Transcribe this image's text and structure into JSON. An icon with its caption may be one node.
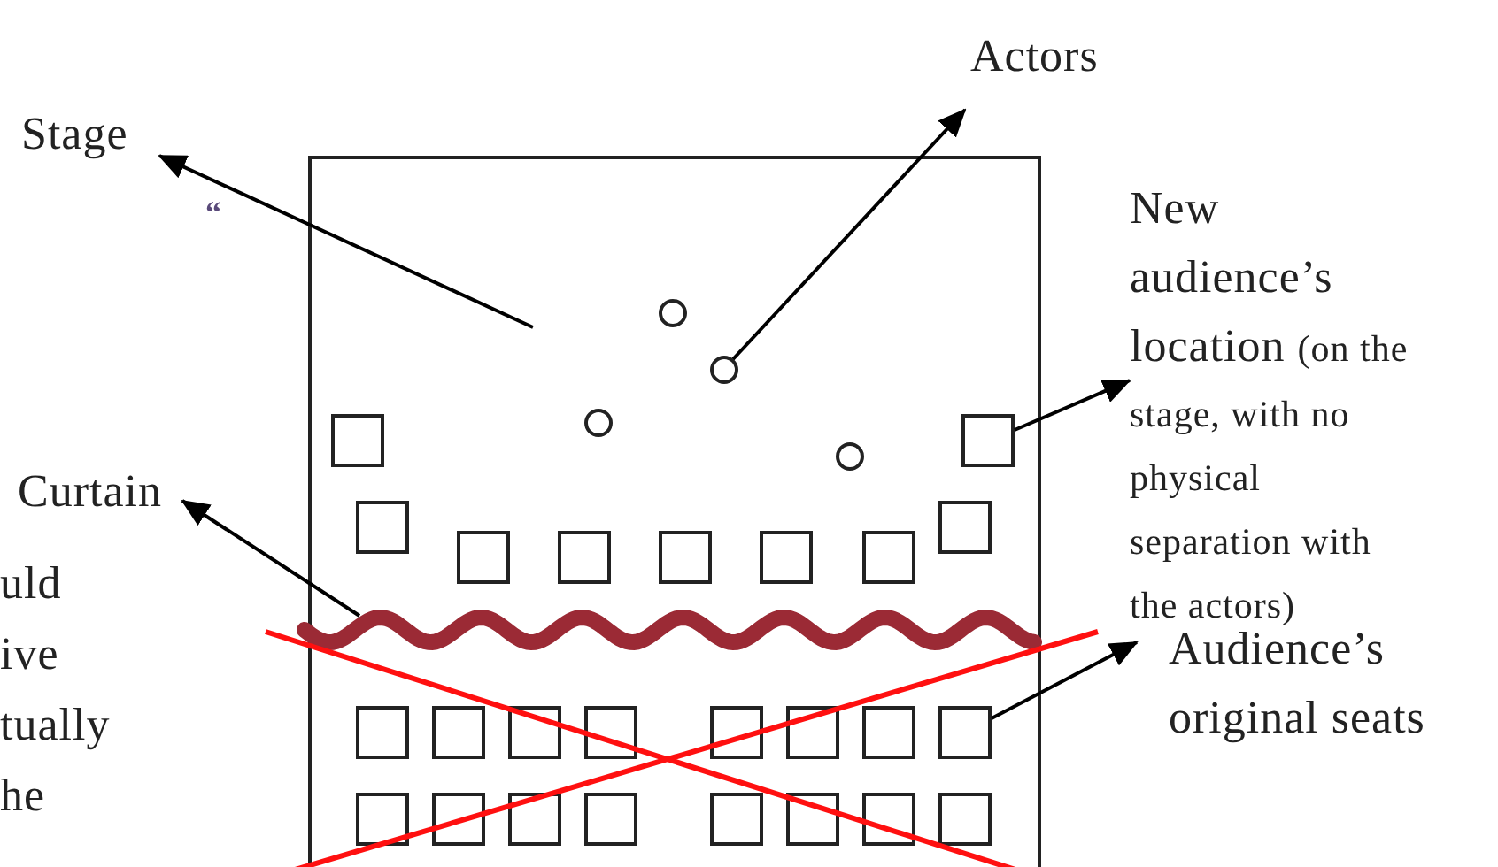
{
  "diagram": {
    "nodes": [
      {
        "text": [
          "Stage"
        ]
      },
      {
        "text": [
          "Actors"
        ]
      },
      {
        "text": [
          "New audience’s location",
          "(on the stage, with no physical separation with the actors)"
        ]
      },
      {
        "text": [
          "Curtain"
        ]
      },
      {
        "text": [
          "Audience’s original seats"
        ]
      },
      {
        "text": [],
        "shape": "box"
      },
      {
        "text": [],
        "shape": "circle",
        "in": 5
      },
      {
        "text": [],
        "shape": "circle",
        "in": 5
      },
      {
        "text": [],
        "shape": "circle",
        "in": 5
      },
      {
        "text": [],
        "shape": "circle",
        "in": 5
      },
      {
        "text": [],
        "shape": "box",
        "in": 5
      },
      {
        "text": [],
        "shape": "box",
        "in": 5
      },
      {
        "text": [],
        "shape": "box",
        "in": 5
      },
      {
        "text": [],
        "shape": "box",
        "in": 5
      },
      {
        "text": [],
        "shape": "box",
        "in": 5
      },
      {
        "text": [],
        "shape": "box",
        "in": 5
      },
      {
        "text": [],
        "shape": "box",
        "in": 5
      },
      {
        "text": [],
        "shape": "box",
        "in": 5
      },
      {
        "text": [],
        "shape": "box",
        "in": 5
      },
      {
        "text": [],
        "shape": "wave",
        "in": 5
      },
      {
        "text": [],
        "shape": "box",
        "in": 5
      },
      {
        "text": [],
        "shape": "box",
        "in": 5
      },
      {
        "text": [],
        "shape": "box",
        "in": 5
      },
      {
        "text": [],
        "shape": "box",
        "in": 5
      },
      {
        "text": [],
        "shape": "box",
        "in": 5
      },
      {
        "text": [],
        "shape": "box",
        "in": 5
      },
      {
        "text": [],
        "shape": "box",
        "in": 5
      },
      {
        "text": [],
        "shape": "box",
        "in": 5
      },
      {
        "text": [],
        "shape": "box",
        "in": 5
      },
      {
        "text": [],
        "shape": "box",
        "in": 5
      },
      {
        "text": [],
        "shape": "box",
        "in": 5
      },
      {
        "text": [],
        "shape": "box",
        "in": 5
      },
      {
        "text": [],
        "shape": "box",
        "in": 5
      },
      {
        "text": [],
        "shape": "box",
        "in": 5
      },
      {
        "text": [],
        "shape": "box",
        "in": 5
      },
      {
        "text": [],
        "shape": "box",
        "in": 5
      }
    ],
    "edges": [
      {
        "from": null,
        "to": 0,
        "arrow": "to"
      },
      {
        "from": 7,
        "to": 1,
        "arrow": "to"
      },
      {
        "from": 11,
        "to": 2,
        "arrow": "to"
      },
      {
        "from": 19,
        "to": 3,
        "arrow": "to"
      },
      {
        "from": 27,
        "to": 4,
        "arrow": "to"
      }
    ],
    "labels": [
      "“",
      "uld ive tually he"
    ]
  }
}
